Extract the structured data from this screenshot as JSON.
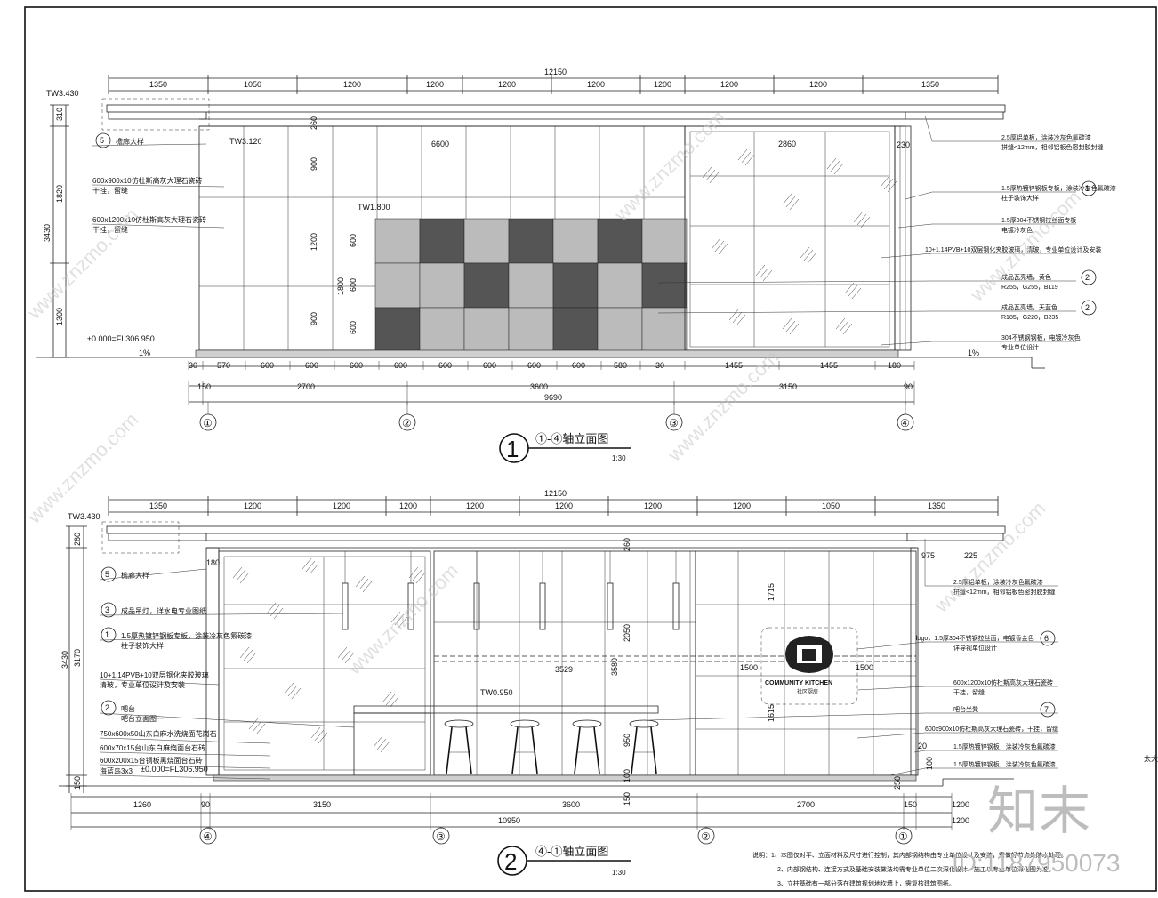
{
  "views": [
    {
      "title": "①-④轴立面图",
      "circle": "1",
      "scale": "1:30",
      "overall_top": "12150",
      "top_dims": [
        "1350",
        "1050",
        "1200",
        "1200",
        "1200",
        "1200",
        "1200",
        "1200",
        "1200",
        "1350"
      ],
      "bottom_dims_1": [
        "30",
        "570",
        "600",
        "600",
        "600",
        "600",
        "600",
        "600",
        "600",
        "600",
        "580",
        "30",
        "1455",
        "1455",
        "180"
      ],
      "bottom_dims_2": [
        "150",
        "2700",
        "3600",
        "3150",
        "90"
      ],
      "overall_bottom": "9690",
      "axes": [
        "①",
        "②",
        "③",
        "④"
      ],
      "left_dims_outer": "3430",
      "left_dims_inner": [
        "310",
        "1820",
        "1300"
      ],
      "elev_marks": [
        "TW3.430",
        "TW3.120",
        "TW1.800"
      ],
      "ground": "±0.000=FL306.950",
      "slope": "1%",
      "inner_dims": [
        "6600",
        "2860",
        "900",
        "1200",
        "900",
        "600",
        "600",
        "600",
        "1800",
        "260",
        "230"
      ],
      "left_notes": [
        {
          "t": "檐廊大样",
          "s": "5"
        },
        {
          "t": "600x900x10仿杜斯高灰大理石瓷砖",
          "s2": "干挂，留缝"
        },
        {
          "t": "600x1200x10仿杜斯高灰大理石瓷砖",
          "s2": "干挂，留缝"
        }
      ],
      "right_notes": [
        {
          "t": "2.5厚铝单板，涂装冷灰色氟碳漆",
          "s2": "拼缝<12mm，相邻铝板色密封胶封缝"
        },
        {
          "t": "1.5厚热镀锌钢板专板，涂装冷灰色氟碳漆",
          "s2": "柱子装饰大样",
          "s": "1"
        },
        {
          "t": "1.5厚304不锈钢拉丝面专板",
          "s2": "电镀冷灰色"
        },
        {
          "t": "10+1.14PVB+10双层钢化夹胶玻璃，清玻，专业单位设计及安装"
        },
        {
          "t": "成品瓦亮墙，黄色",
          "s2": "R255，G255，B119",
          "s": "2"
        },
        {
          "t": "成品瓦亮墙，天蓝色",
          "s2": "R185，G220，B235",
          "s": "2"
        },
        {
          "t": "304不锈钢钢板，电镀冷灰色",
          "s2": "专业单位设计"
        }
      ]
    },
    {
      "title": "④-①轴立面图",
      "circle": "2",
      "scale": "1:30",
      "overall_top": "12150",
      "top_dims": [
        "1350",
        "1200",
        "1200",
        "1200",
        "1200",
        "1200",
        "1200",
        "1200",
        "1050",
        "1350"
      ],
      "bottom_dims_1": [
        "1260",
        "90",
        "3150",
        "3600",
        "2700",
        "150",
        "1200"
      ],
      "overall_bottom": "10950",
      "overall_bottom_right": "1200",
      "axes": [
        "④",
        "③",
        "②",
        "①"
      ],
      "left_dims_outer": "3430",
      "left_dims_inner": [
        "260",
        "3170",
        "150"
      ],
      "elev_marks": [
        "TW3.430",
        "TW0.950"
      ],
      "ground": "±0.000=FL306.950",
      "inner_dims": [
        "3529",
        "1715",
        "2050",
        "1500",
        "1500",
        "1615",
        "950",
        "3580",
        "260",
        "180",
        "975",
        "225",
        "20",
        "100",
        "250",
        "150",
        "100"
      ],
      "left_notes": [
        {
          "t": "檐廊大样",
          "s": "5"
        },
        {
          "t": "成品吊灯，详水电专业图纸",
          "s": "3"
        },
        {
          "t": "1.5厚热镀锌钢板专板，涂装冷灰色氟碳漆",
          "s2": "柱子装饰大样",
          "s": "1"
        },
        {
          "t": "10+1.14PVB+10双层钢化夹胶玻璃",
          "s2": "清玻，专业单位设计及安装"
        },
        {
          "t": "吧台",
          "s2": "吧台立面图一",
          "s": "2"
        },
        {
          "t": "750x600x50山东白麻水洗烧面花岗石"
        },
        {
          "t": "600x70x15台山东白麻烧面台石砖"
        },
        {
          "t": "600x200x15台钢板黑烧面台石砖"
        },
        {
          "t": "海蓝岛3x3"
        }
      ],
      "right_notes": [
        {
          "t": "2.5厚铝单板，涂装冷灰色氟碳漆",
          "s2": "拼缝<12mm，相邻铝板色密封胶封缝"
        },
        {
          "t": "logo，1.5厚304不锈钢拉丝面，电镀香金色",
          "s2": "详导视单位设计",
          "s": "6"
        },
        {
          "t": "600x1200x10仿杜斯高灰大理石瓷砖",
          "s2": "干挂，留缝"
        },
        {
          "t": "吧台坐凳",
          "s": "7"
        },
        {
          "t": "600x900x10仿杜斯高灰大理石瓷砖，干挂，留缝"
        },
        {
          "t": "1.5厚热镀锌钢板，涂装冷灰色氟碳漆"
        },
        {
          "t": "1.5厚热镀锌钢板，涂装冷灰色氟碳漆"
        }
      ],
      "logo_text": "COMMUNITY KITCHEN",
      "logo_sub": "社区厨房"
    }
  ],
  "notes": [
    "说明：1、本图仅对平、立面材料及尺寸进行控制，其内部钢结构由专业单位设计及安装，需做好节点处防水处理。",
    "2、内部钢结构、连接方式及基础安装做法均需专业单位二次深化设计，施工以专业单位深化图为准。",
    "3、立柱基础有一部分落在建筑规划地坎墙上，需复核建筑图纸。"
  ],
  "watermark": "www.znzmo.com",
  "brand": "知末",
  "id_label": "ID:1187950073",
  "edge_text": "太大"
}
